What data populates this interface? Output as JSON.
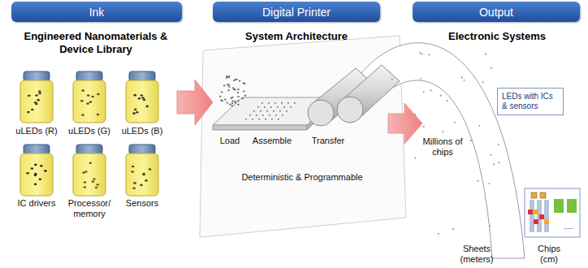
{
  "diagram": {
    "nodes": [
      {
        "text": [
          "Ink"
        ]
      },
      {
        "text": [
          "Digital Printer"
        ]
      },
      {
        "text": [
          "Output"
        ]
      },
      {
        "text": [
          "LEDs with ICs & sensors"
        ]
      }
    ],
    "labels": [
      "Engineered Nanomaterials & Device Library",
      "System Architecture",
      "Electronic Systems",
      "uLEDs (R)",
      "uLEDs (G)",
      "uLEDs (B)",
      "IC drivers",
      "Processor/ memory",
      "Sensors",
      "Load",
      "Assemble",
      "Transfer",
      "Millions of chips",
      "Deterministic & Programmable",
      "Sheets (meters)",
      "Chips (cm)",
      "....."
    ]
  }
}
